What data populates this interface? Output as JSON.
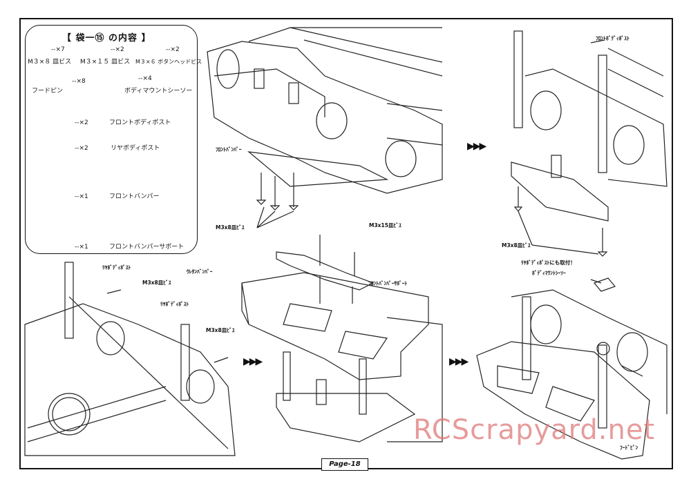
{
  "page": {
    "number_label": "Page-18"
  },
  "parts_bag": {
    "title": "【 袋一⑮ の内容 】",
    "items": [
      {
        "qty": "--×7",
        "name": "M３×８ 皿ビス"
      },
      {
        "qty": "--×2",
        "name": "M３×１５ 皿ビス"
      },
      {
        "qty": "--×2",
        "name": "M３×６ ボタンヘッドビス"
      },
      {
        "qty": "--×8",
        "name": "フードピン"
      },
      {
        "qty": "--×4",
        "name": "ボディマウントシーソー"
      },
      {
        "qty": "--×2",
        "name": "フロントボディポスト"
      },
      {
        "qty": "--×2",
        "name": "リヤボディポスト"
      },
      {
        "qty": "--×1",
        "name": "フロントバンパー"
      },
      {
        "qty": "--×1",
        "name": "フロントバンパーサポート"
      }
    ]
  },
  "callouts": {
    "front_bumper": "ﾌﾛﾝﾄﾊﾞﾝﾊﾟｰ",
    "m3x8_screw_a": "M3x8皿ﾋﾞｽ",
    "front_body_post": "ﾌﾛﾝﾄﾎﾞﾃﾞｨﾎﾟｽﾄ",
    "m3x8_screw_b": "M3x8皿ﾋﾞｽ",
    "m3x15_screw": "M3x15皿ﾋﾞｽ",
    "urethane_bumper": "ｳﾚﾀﾝﾊﾞﾝﾊﾟｰ",
    "front_bumper_support": "ﾌﾛﾝﾄﾊﾞﾝﾊﾟｰｻﾎﾟｰﾄ",
    "rear_body_post_a": "ﾘﾔﾎﾞﾃﾞｨﾎﾟｽﾄ",
    "m3x8_screw_c": "M3x8皿ﾋﾞｽ",
    "rear_body_post_b": "ﾘﾔﾎﾞﾃﾞｨﾎﾟｽﾄ",
    "m3x8_screw_d": "M3x8皿ﾋﾞｽ",
    "rear_post_note": "ﾘﾔﾎﾞﾃﾞｨﾎﾟｽﾄにも取付！",
    "body_mount_seesaw": "ﾎﾞﾃﾞｨﾏｳﾝﾄｼｰｿｰ",
    "hood_pin": "ﾌｰﾄﾞﾋﾟﾝ"
  },
  "watermark": "RCScrapyard.net"
}
